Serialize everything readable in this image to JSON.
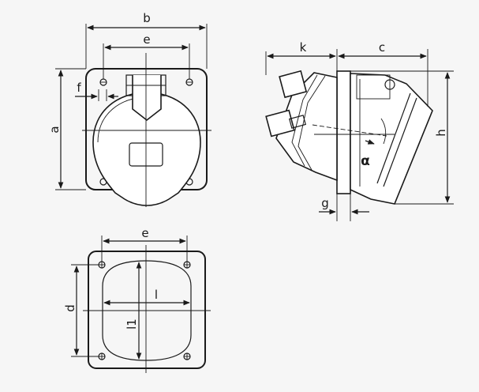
{
  "diagram": {
    "labels": {
      "b": "b",
      "e_top": "e",
      "f": "f",
      "a": "a",
      "k": "k",
      "c": "c",
      "h": "h",
      "g": "g",
      "alpha": "α",
      "e_bottom": "e",
      "d": "d",
      "l": "l",
      "l1": "l1"
    }
  }
}
